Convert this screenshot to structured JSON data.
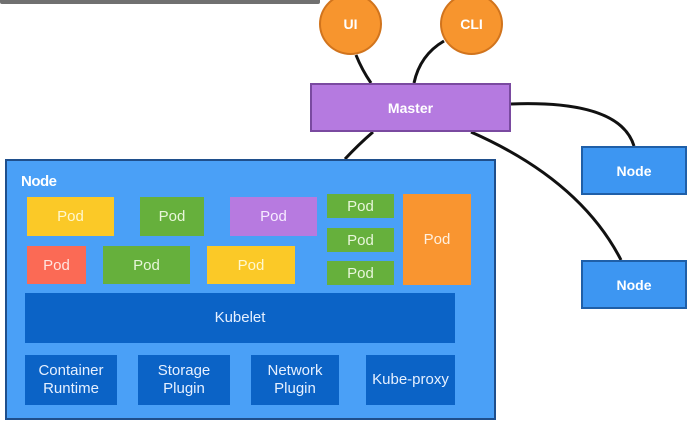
{
  "diagram": {
    "clients": [
      {
        "id": "ui",
        "label": "UI"
      },
      {
        "id": "cli",
        "label": "CLI"
      }
    ],
    "master": {
      "label": "Master"
    },
    "remote_nodes": [
      {
        "label": "Node"
      },
      {
        "label": "Node"
      }
    ],
    "node": {
      "label": "Node",
      "pods": [
        {
          "label": "Pod",
          "color": "yellow"
        },
        {
          "label": "Pod",
          "color": "green"
        },
        {
          "label": "Pod",
          "color": "purple"
        },
        {
          "label": "Pod",
          "color": "green"
        },
        {
          "label": "Pod",
          "color": "green"
        },
        {
          "label": "Pod",
          "color": "green"
        },
        {
          "label": "Pod",
          "color": "orange"
        },
        {
          "label": "Pod",
          "color": "red"
        },
        {
          "label": "Pod",
          "color": "green"
        },
        {
          "label": "Pod",
          "color": "yellow"
        }
      ],
      "kubelet": {
        "label": "Kubelet"
      },
      "components": [
        {
          "line1": "Container",
          "line2": "Runtime"
        },
        {
          "line1": "Storage",
          "line2": "Plugin"
        },
        {
          "line1": "Network",
          "line2": "Plugin"
        },
        {
          "line1": "Kube-proxy",
          "line2": ""
        }
      ]
    },
    "colors": {
      "client": "#f7952e",
      "master": "#b57ae0",
      "node": "#4aa0f7",
      "kubelet": "#0b63c6",
      "pod_yellow": "#fbc927",
      "pod_green": "#66b03c",
      "pod_purple": "#b77ae0",
      "pod_red": "#fb6a55",
      "pod_orange": "#f99530"
    }
  }
}
